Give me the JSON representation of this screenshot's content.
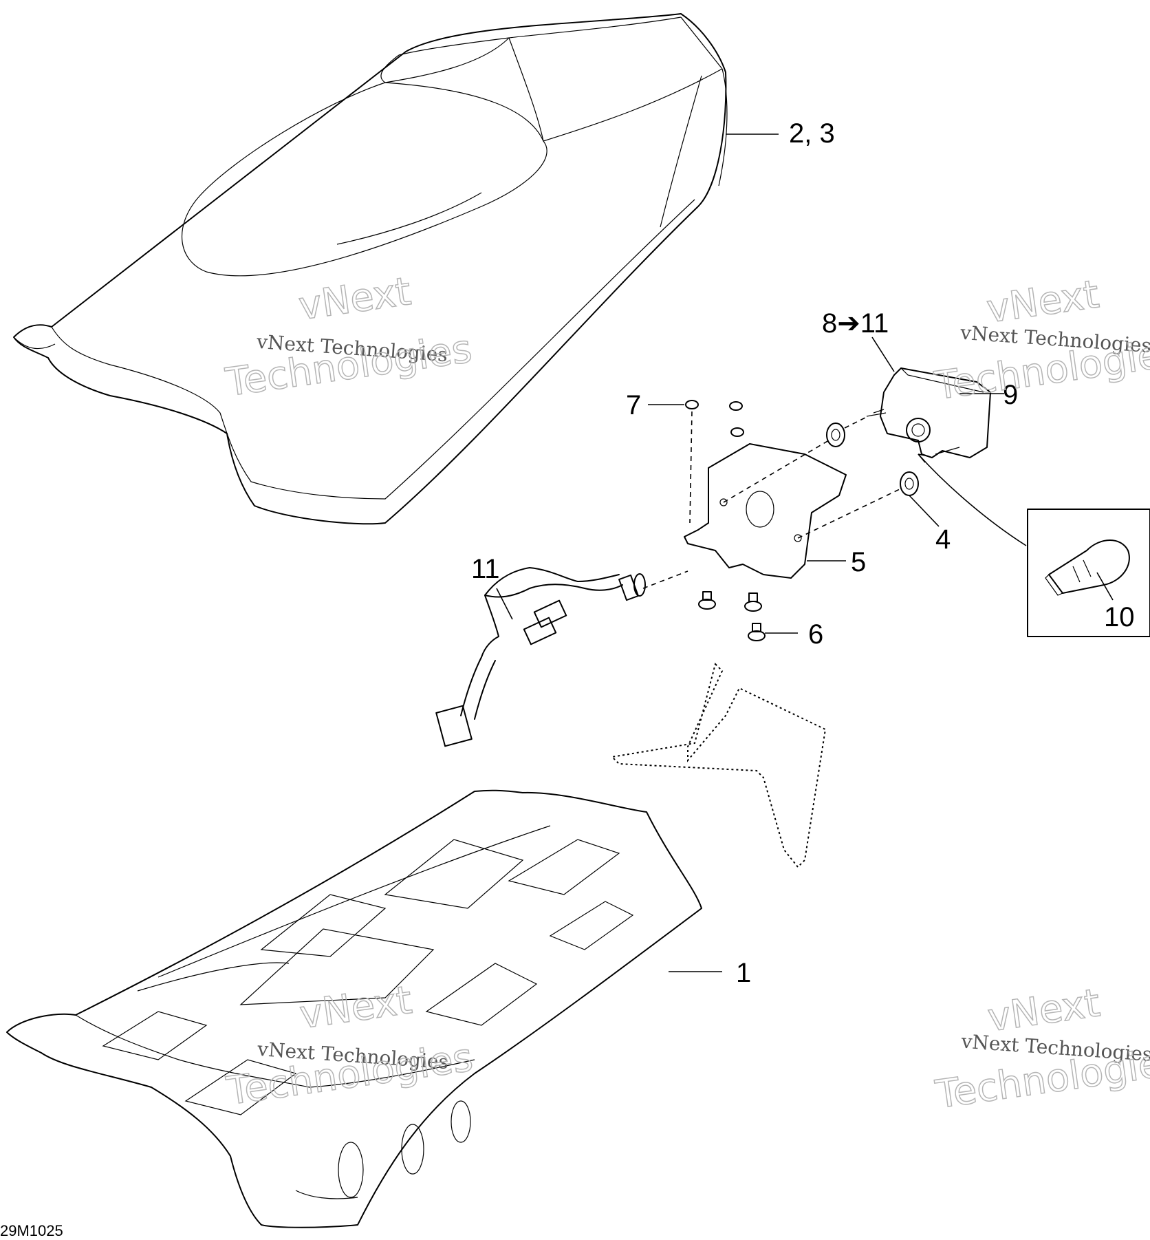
{
  "callouts": {
    "c23": "2, 3",
    "c811": "8➔11",
    "c9": "9",
    "c7": "7",
    "c4": "4",
    "c5": "5",
    "c11": "11",
    "c6": "6",
    "c10": "10",
    "c1": "1"
  },
  "drawing_number": "29M1025",
  "watermark": {
    "small": "vNext Technologies",
    "line1": "vNext",
    "line2": "Technologies"
  }
}
